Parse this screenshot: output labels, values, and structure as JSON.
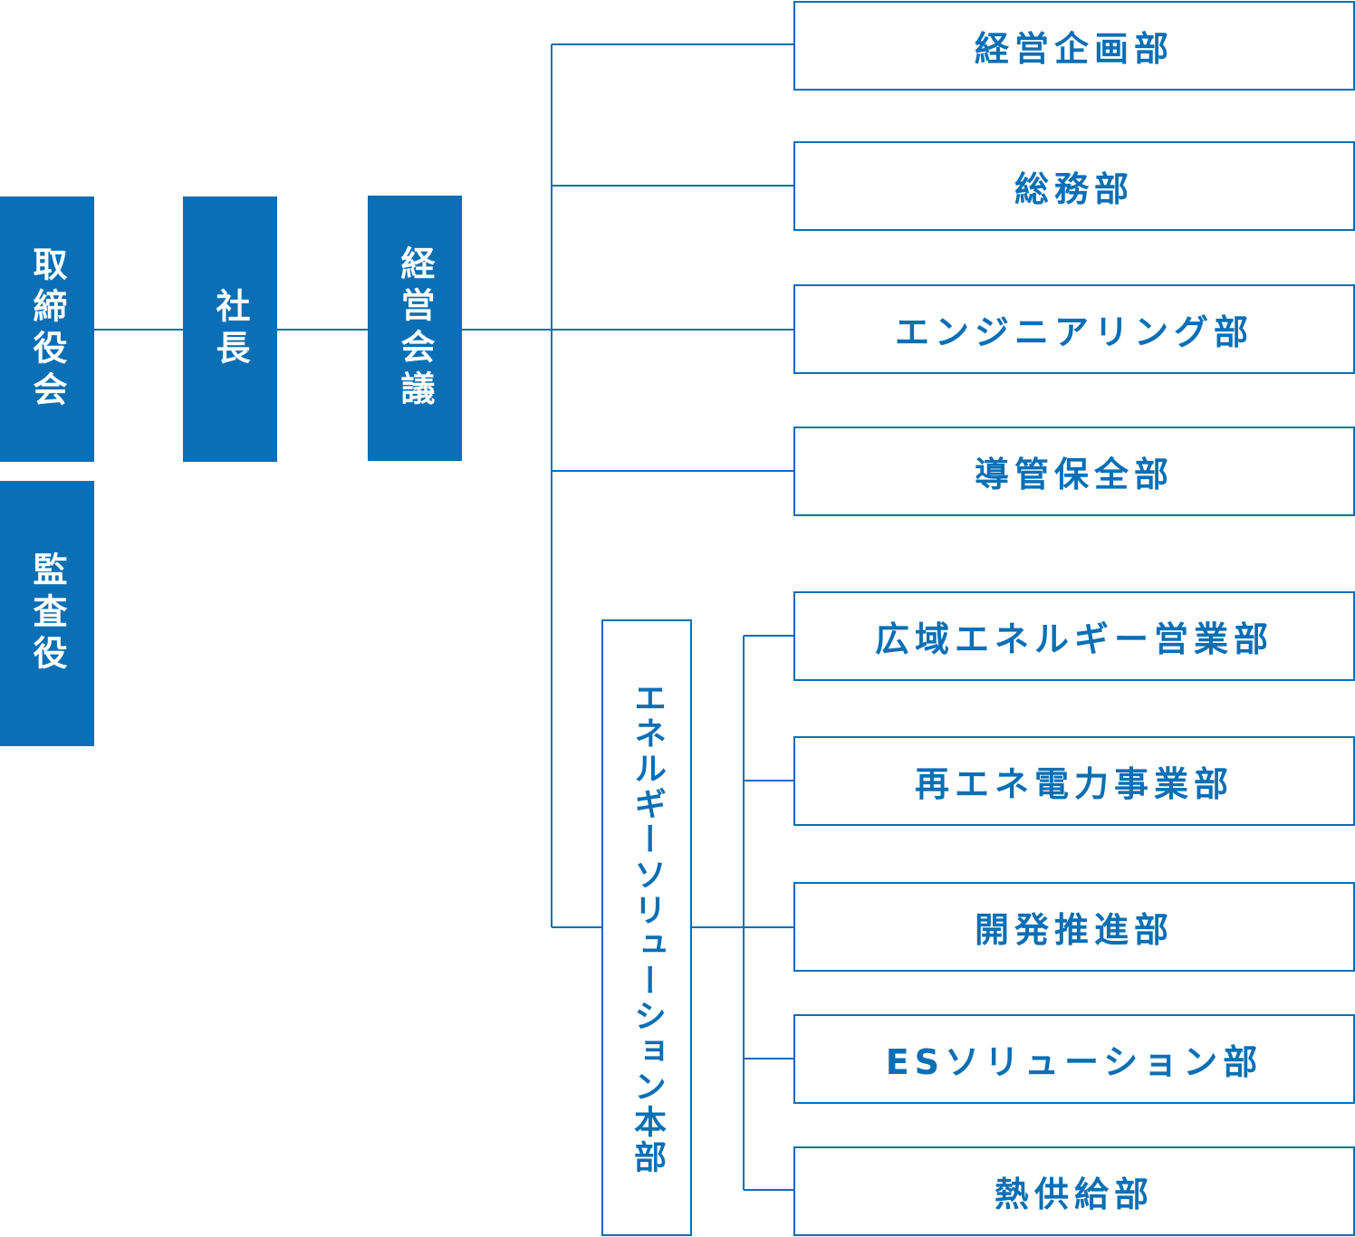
{
  "colors": {
    "accent": "#0a6fb5",
    "background": "#ffffff"
  },
  "board": "取締役会",
  "auditor": "監査役",
  "president": "社長",
  "management_meeting": "経営会議",
  "departments": [
    "経営企画部",
    "総務部",
    "エンジニアリング部",
    "導管保全部"
  ],
  "energy_division": {
    "name": "エネルギーソリューション本部",
    "departments": [
      "広域エネルギー営業部",
      "再エネ電力事業部",
      "開発推進部",
      "ESソリューション部",
      "熱供給部"
    ]
  }
}
